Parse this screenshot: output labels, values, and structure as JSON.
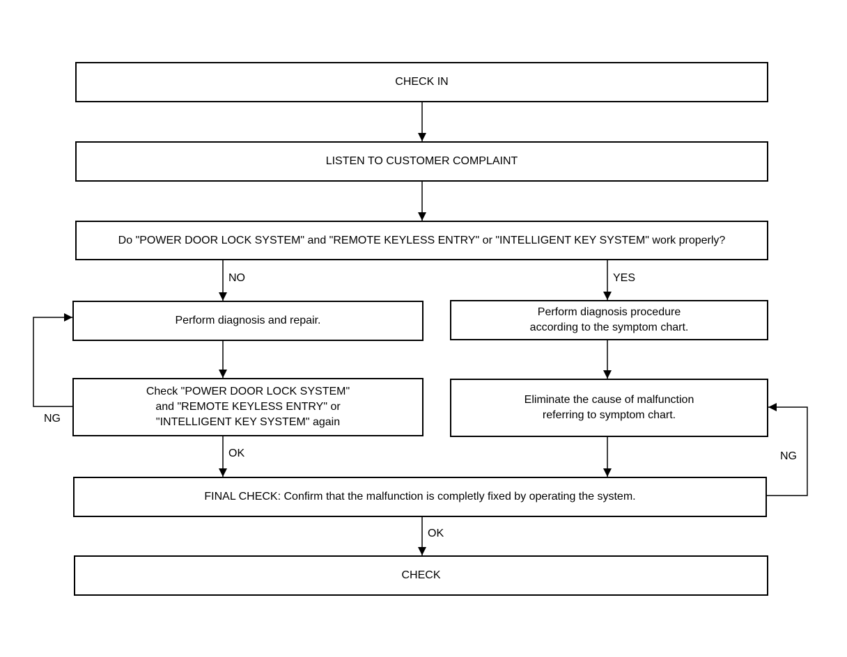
{
  "boxes": {
    "check_in": [
      "CHECK IN"
    ],
    "listen": [
      "LISTEN TO CUSTOMER COMPLAINT"
    ],
    "question": [
      "Do \"POWER DOOR LOCK SYSTEM\" and \"REMOTE KEYLESS ENTRY\" or \"INTELLIGENT KEY SYSTEM\" work properly?"
    ],
    "diag_repair": [
      "Perform diagnosis and repair."
    ],
    "diag_symptom": [
      "Perform diagnosis procedure",
      "according to the symptom chart."
    ],
    "check_again": [
      "Check \"POWER DOOR LOCK SYSTEM\"",
      "and \"REMOTE KEYLESS ENTRY\" or",
      "\"INTELLIGENT KEY SYSTEM\" again"
    ],
    "eliminate": [
      "Eliminate the cause of malfunction",
      "referring to symptom chart."
    ],
    "final_check": [
      "FINAL CHECK: Confirm that the malfunction is completly fixed by operating the system."
    ],
    "check": [
      "CHECK"
    ]
  },
  "labels": {
    "no": "NO",
    "yes": "YES",
    "ok_left": "OK",
    "ok_final": "OK",
    "ng_left": "NG",
    "ng_right": "NG"
  },
  "colors": {
    "line": "#000000",
    "background": "#ffffff"
  }
}
